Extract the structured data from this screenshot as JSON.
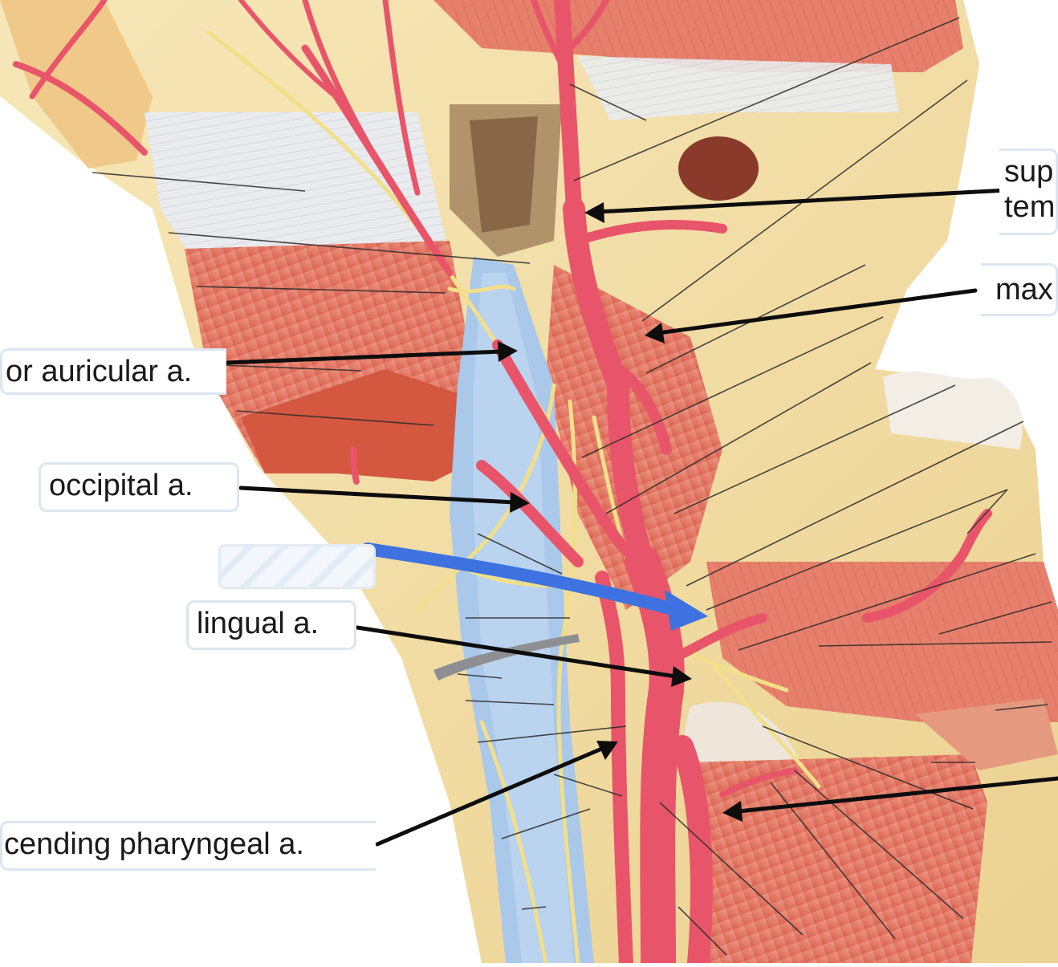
{
  "labels": {
    "superficial_temporal": [
      "sup",
      "tem"
    ],
    "maxillary": "max",
    "posterior_auricular": "or auricular a.",
    "occipital": "occipital a.",
    "lingual": "lingual a.",
    "ascending_pharyngeal": "cending pharyngeal a."
  },
  "colors": {
    "artery": "#e8556a",
    "vein": "#a9c8ea",
    "nerve": "#f2df8a",
    "muscle": "#e37d6c",
    "bone": "#f3dfa4",
    "highlight_arrow": "#3d72e0"
  }
}
